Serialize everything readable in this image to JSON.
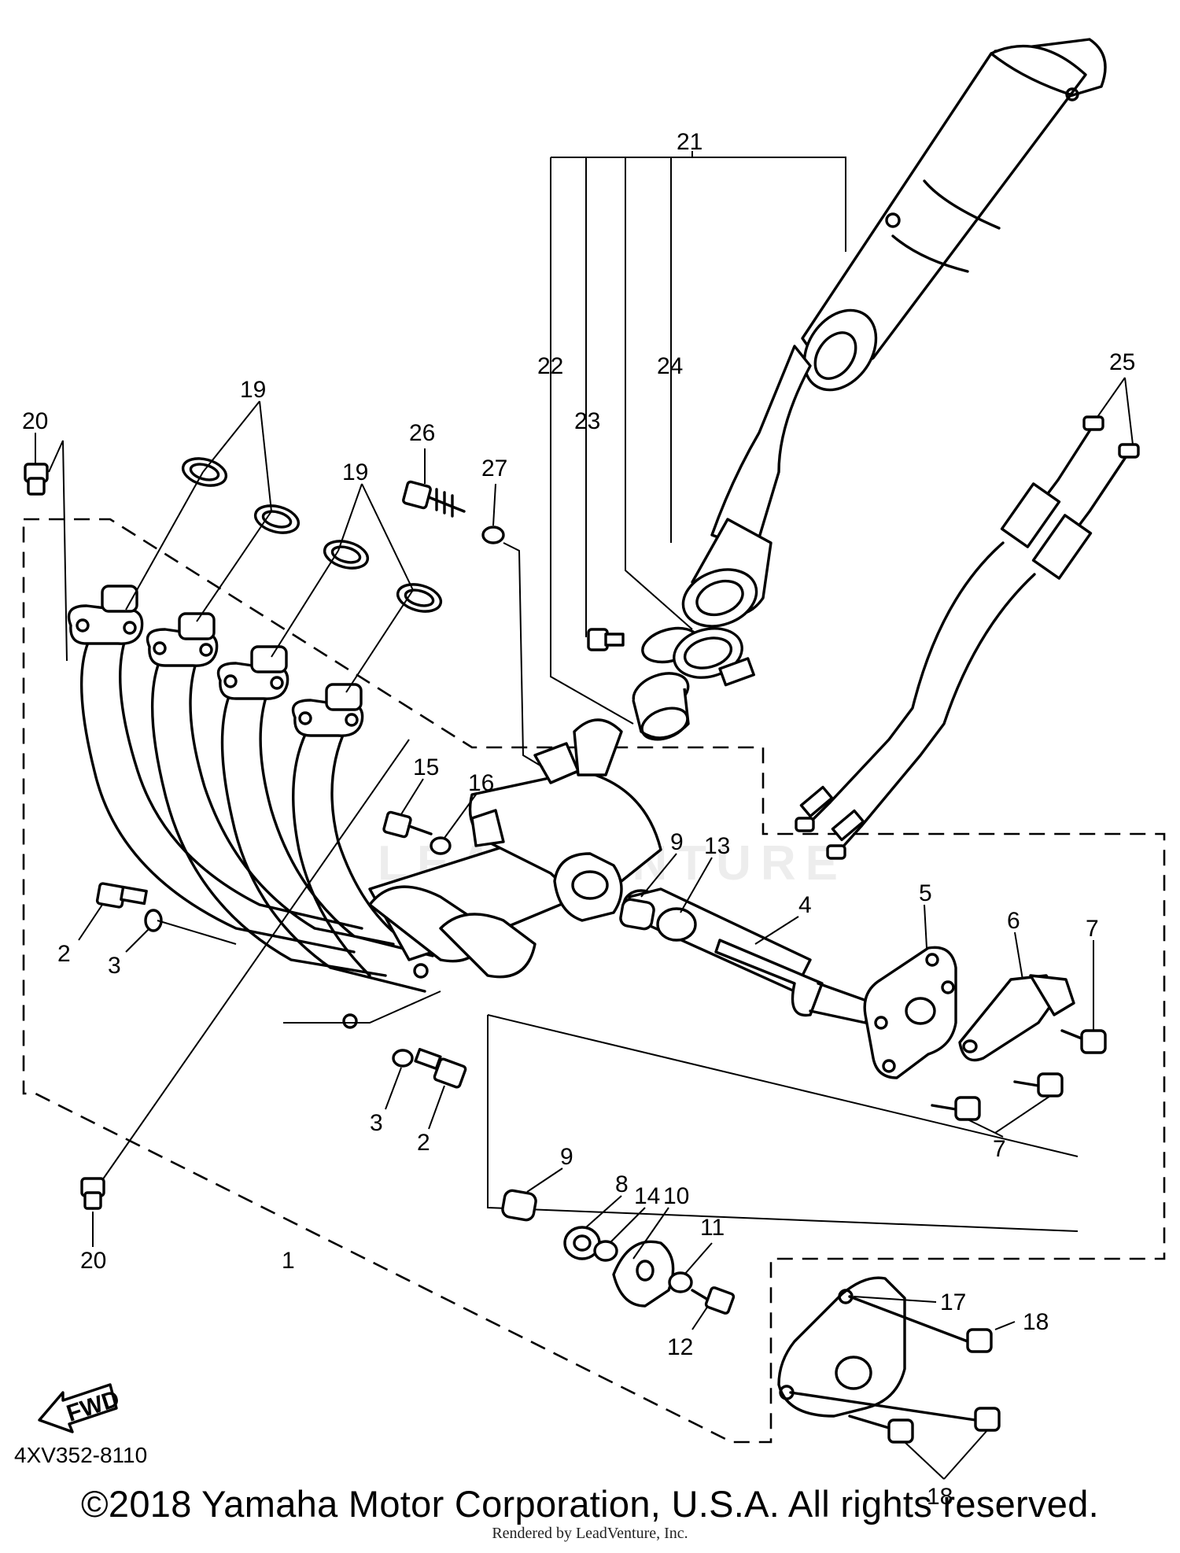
{
  "diagram": {
    "reference_code": "4XV352-8110",
    "copyright": "©2018 Yamaha Motor Corporation, U.S.A. All rights reserved.",
    "rendered_by": "Rendered by LeadVenture, Inc.",
    "watermark": "LEADVENTURE",
    "fwd_label": "FWD",
    "callouts": [
      {
        "id": "c1",
        "label": "1"
      },
      {
        "id": "c2a",
        "label": "2"
      },
      {
        "id": "c2b",
        "label": "2"
      },
      {
        "id": "c3a",
        "label": "3"
      },
      {
        "id": "c3b",
        "label": "3"
      },
      {
        "id": "c4",
        "label": "4"
      },
      {
        "id": "c5",
        "label": "5"
      },
      {
        "id": "c6",
        "label": "6"
      },
      {
        "id": "c7a",
        "label": "7"
      },
      {
        "id": "c7b",
        "label": "7"
      },
      {
        "id": "c8",
        "label": "8"
      },
      {
        "id": "c9a",
        "label": "9"
      },
      {
        "id": "c9b",
        "label": "9"
      },
      {
        "id": "c10",
        "label": "10"
      },
      {
        "id": "c11",
        "label": "11"
      },
      {
        "id": "c12",
        "label": "12"
      },
      {
        "id": "c13",
        "label": "13"
      },
      {
        "id": "c14",
        "label": "14"
      },
      {
        "id": "c15",
        "label": "15"
      },
      {
        "id": "c16",
        "label": "16"
      },
      {
        "id": "c17",
        "label": "17"
      },
      {
        "id": "c18a",
        "label": "18"
      },
      {
        "id": "c18b",
        "label": "18"
      },
      {
        "id": "c19a",
        "label": "19"
      },
      {
        "id": "c19b",
        "label": "19"
      },
      {
        "id": "c20a",
        "label": "20"
      },
      {
        "id": "c20b",
        "label": "20"
      },
      {
        "id": "c21",
        "label": "21"
      },
      {
        "id": "c22",
        "label": "22"
      },
      {
        "id": "c23",
        "label": "23"
      },
      {
        "id": "c24",
        "label": "24"
      },
      {
        "id": "c25",
        "label": "25"
      },
      {
        "id": "c26",
        "label": "26"
      },
      {
        "id": "c27",
        "label": "27"
      }
    ]
  }
}
